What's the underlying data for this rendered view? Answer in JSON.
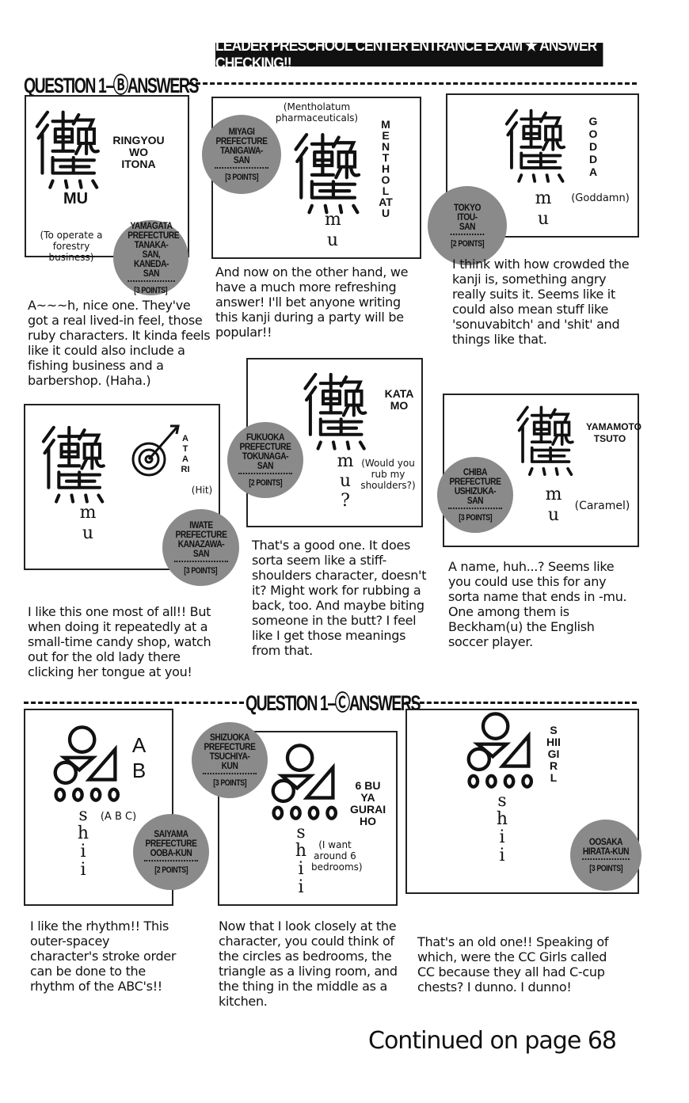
{
  "banner": "LEADER PRESCHOOL CENTER ENTRANCE EXAM ★ ANSWER CHECKING!!",
  "section_b": "QUESTION 1–ⒷANSWERS",
  "section_c": "QUESTION 1–ⒸANSWERS",
  "answers": [
    {
      "reading": "MU",
      "ruby": "RINGYOU WO ITONA",
      "note": "(To operate a forestry business)",
      "name": "YAMAGATA PREFECTURE TANAKA-SAN, KANEDA-SAN",
      "points": "[3 POINTS]",
      "comment": "A~~~h, nice one. They've got a real lived-in feel, those ruby characters. It kinda feels like it could also include a fishing business and a barbershop. (Haha.)"
    },
    {
      "reading": "m u",
      "ruby": "MENTHOLATU",
      "note": "(Mentholatum pharmaceuticals)",
      "name": "MIYAGI PREFECTURE TANIGAWA-SAN",
      "points": "[3 POINTS]",
      "comment": "And now on the other hand, we have a much more refreshing answer! I'll bet anyone writing this kanji during a party will be popular!!"
    },
    {
      "reading": "m u",
      "ruby": "GODDA",
      "note": "(Goddamn)",
      "name": "TOKYO ITOU-SAN",
      "points": "[2 POINTS]",
      "comment": "I think with how crowded the kanji is, something angry really suits it. Seems like it could also mean stuff like 'sonuvabitch' and 'shit' and things like that."
    },
    {
      "reading": "m u",
      "ruby": "ATARI",
      "note": "(Hit)",
      "name": "IWATE PREFECTURE KANAZAWA-SAN",
      "points": "[3 POINTS]",
      "comment": "I like this one most of all!! But when doing it repeatedly at a small-time candy shop, watch out for the old lady there clicking her tongue at you!"
    },
    {
      "reading": "m u ?",
      "ruby": "KATA MO",
      "note": "(Would you rub my shoulders?)",
      "name": "FUKUOKA PREFECTURE TOKUNAGA-SAN",
      "points": "[2 POINTS]",
      "comment": "That's a good one. It does sorta seem like a stiff-shoulders character, doesn't it? Might work for rubbing a back, too. And maybe biting someone in the butt? I feel like I get those meanings from that."
    },
    {
      "reading": "m u",
      "ruby": "YAMAMOTO TSUTO",
      "note": "(Caramel)",
      "name": "CHIBA PREFECTURE USHIZUKA-SAN",
      "points": "[3 POINTS]",
      "comment": "A name, huh...? Seems like you could use this for any sorta name that ends in -mu. One among them is Beckham(u) the English soccer player."
    },
    {
      "reading": "s h i i",
      "ruby": "A B",
      "note": "(A B C)",
      "name": "SAIYAMA PREFECTURE OOBA-KUN",
      "points": "[2 POINTS]",
      "comment": "I like the rhythm!! This outer-spacey character's stroke order can be done to the rhythm of the ABC's!!"
    },
    {
      "reading": "s h i i",
      "ruby": "6 BU YA GURAI HO",
      "note": "(I want around 6 bedrooms)",
      "name": "SHIZUOKA PREFECTURE TSUCHIYA-KUN",
      "points": "[3 POINTS]",
      "comment": "Now that I look closely at the character, you could think of the circles as bedrooms, the triangle as a living room, and the thing in the middle as a kitchen."
    },
    {
      "reading": "s h i i",
      "ruby": "SHII GIRL",
      "note": "",
      "name": "OOSAKA HIRATA-KUN",
      "points": "[3 POINTS]",
      "comment": "That's an old one!! Speaking of which, were the CC Girls called CC because they all had C-cup chests? I dunno. I dunno!"
    }
  ],
  "footer": "Continued on page 68"
}
